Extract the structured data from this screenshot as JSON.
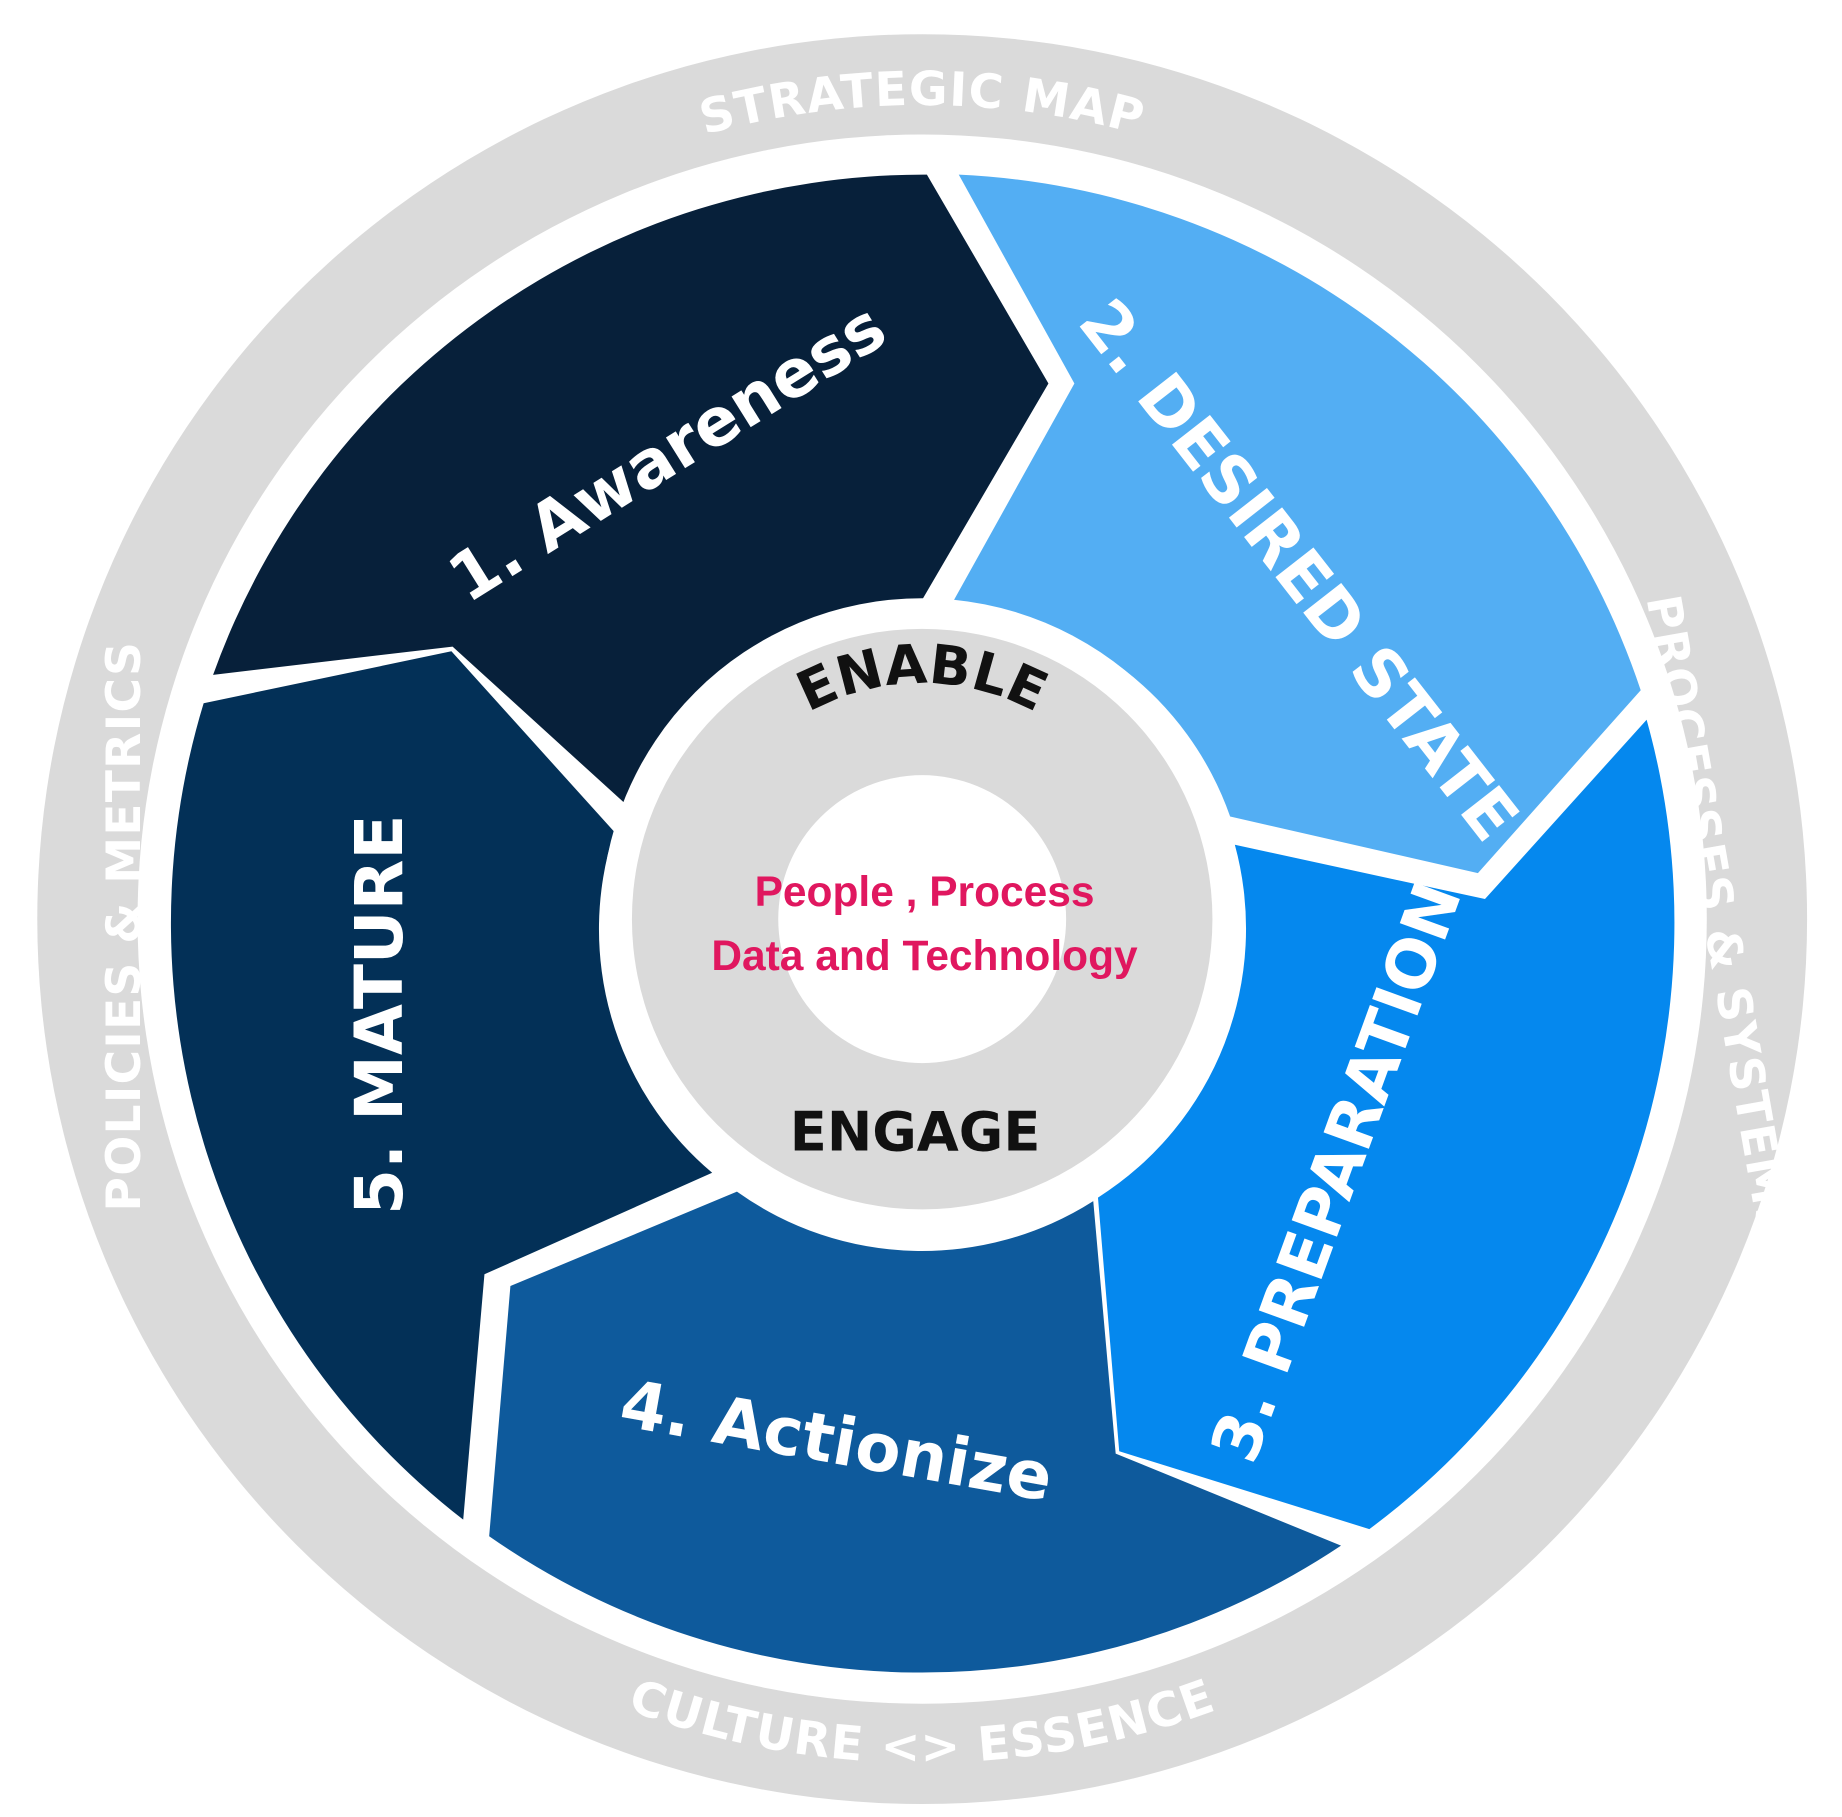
{
  "outer_ring": {
    "color": "#DADADA",
    "labels": {
      "top": "STRATEGIC MAP",
      "right": "PROCESSES & SYSTEMS",
      "bottom": "CULTURE <> ESSENCE",
      "left": "POLICIES & METRICS"
    }
  },
  "segments": [
    {
      "label": "1. Awareness",
      "color": "#07203A"
    },
    {
      "label": "2. DESIRED STATE",
      "color": "#53AEF3"
    },
    {
      "label": "3. PREPARATION",
      "color": "#0588EE"
    },
    {
      "label": "4. Actionize",
      "color": "#0E5A9C"
    },
    {
      "label": "5. MATURE",
      "color": "#033057"
    }
  ],
  "center": {
    "ring_color": "#DADADA",
    "top_word": "ENABLE",
    "bottom_word": "ENGAGE",
    "core_lines": [
      "People , Process",
      "Data and Technology"
    ],
    "core_color": "#E0175F"
  }
}
